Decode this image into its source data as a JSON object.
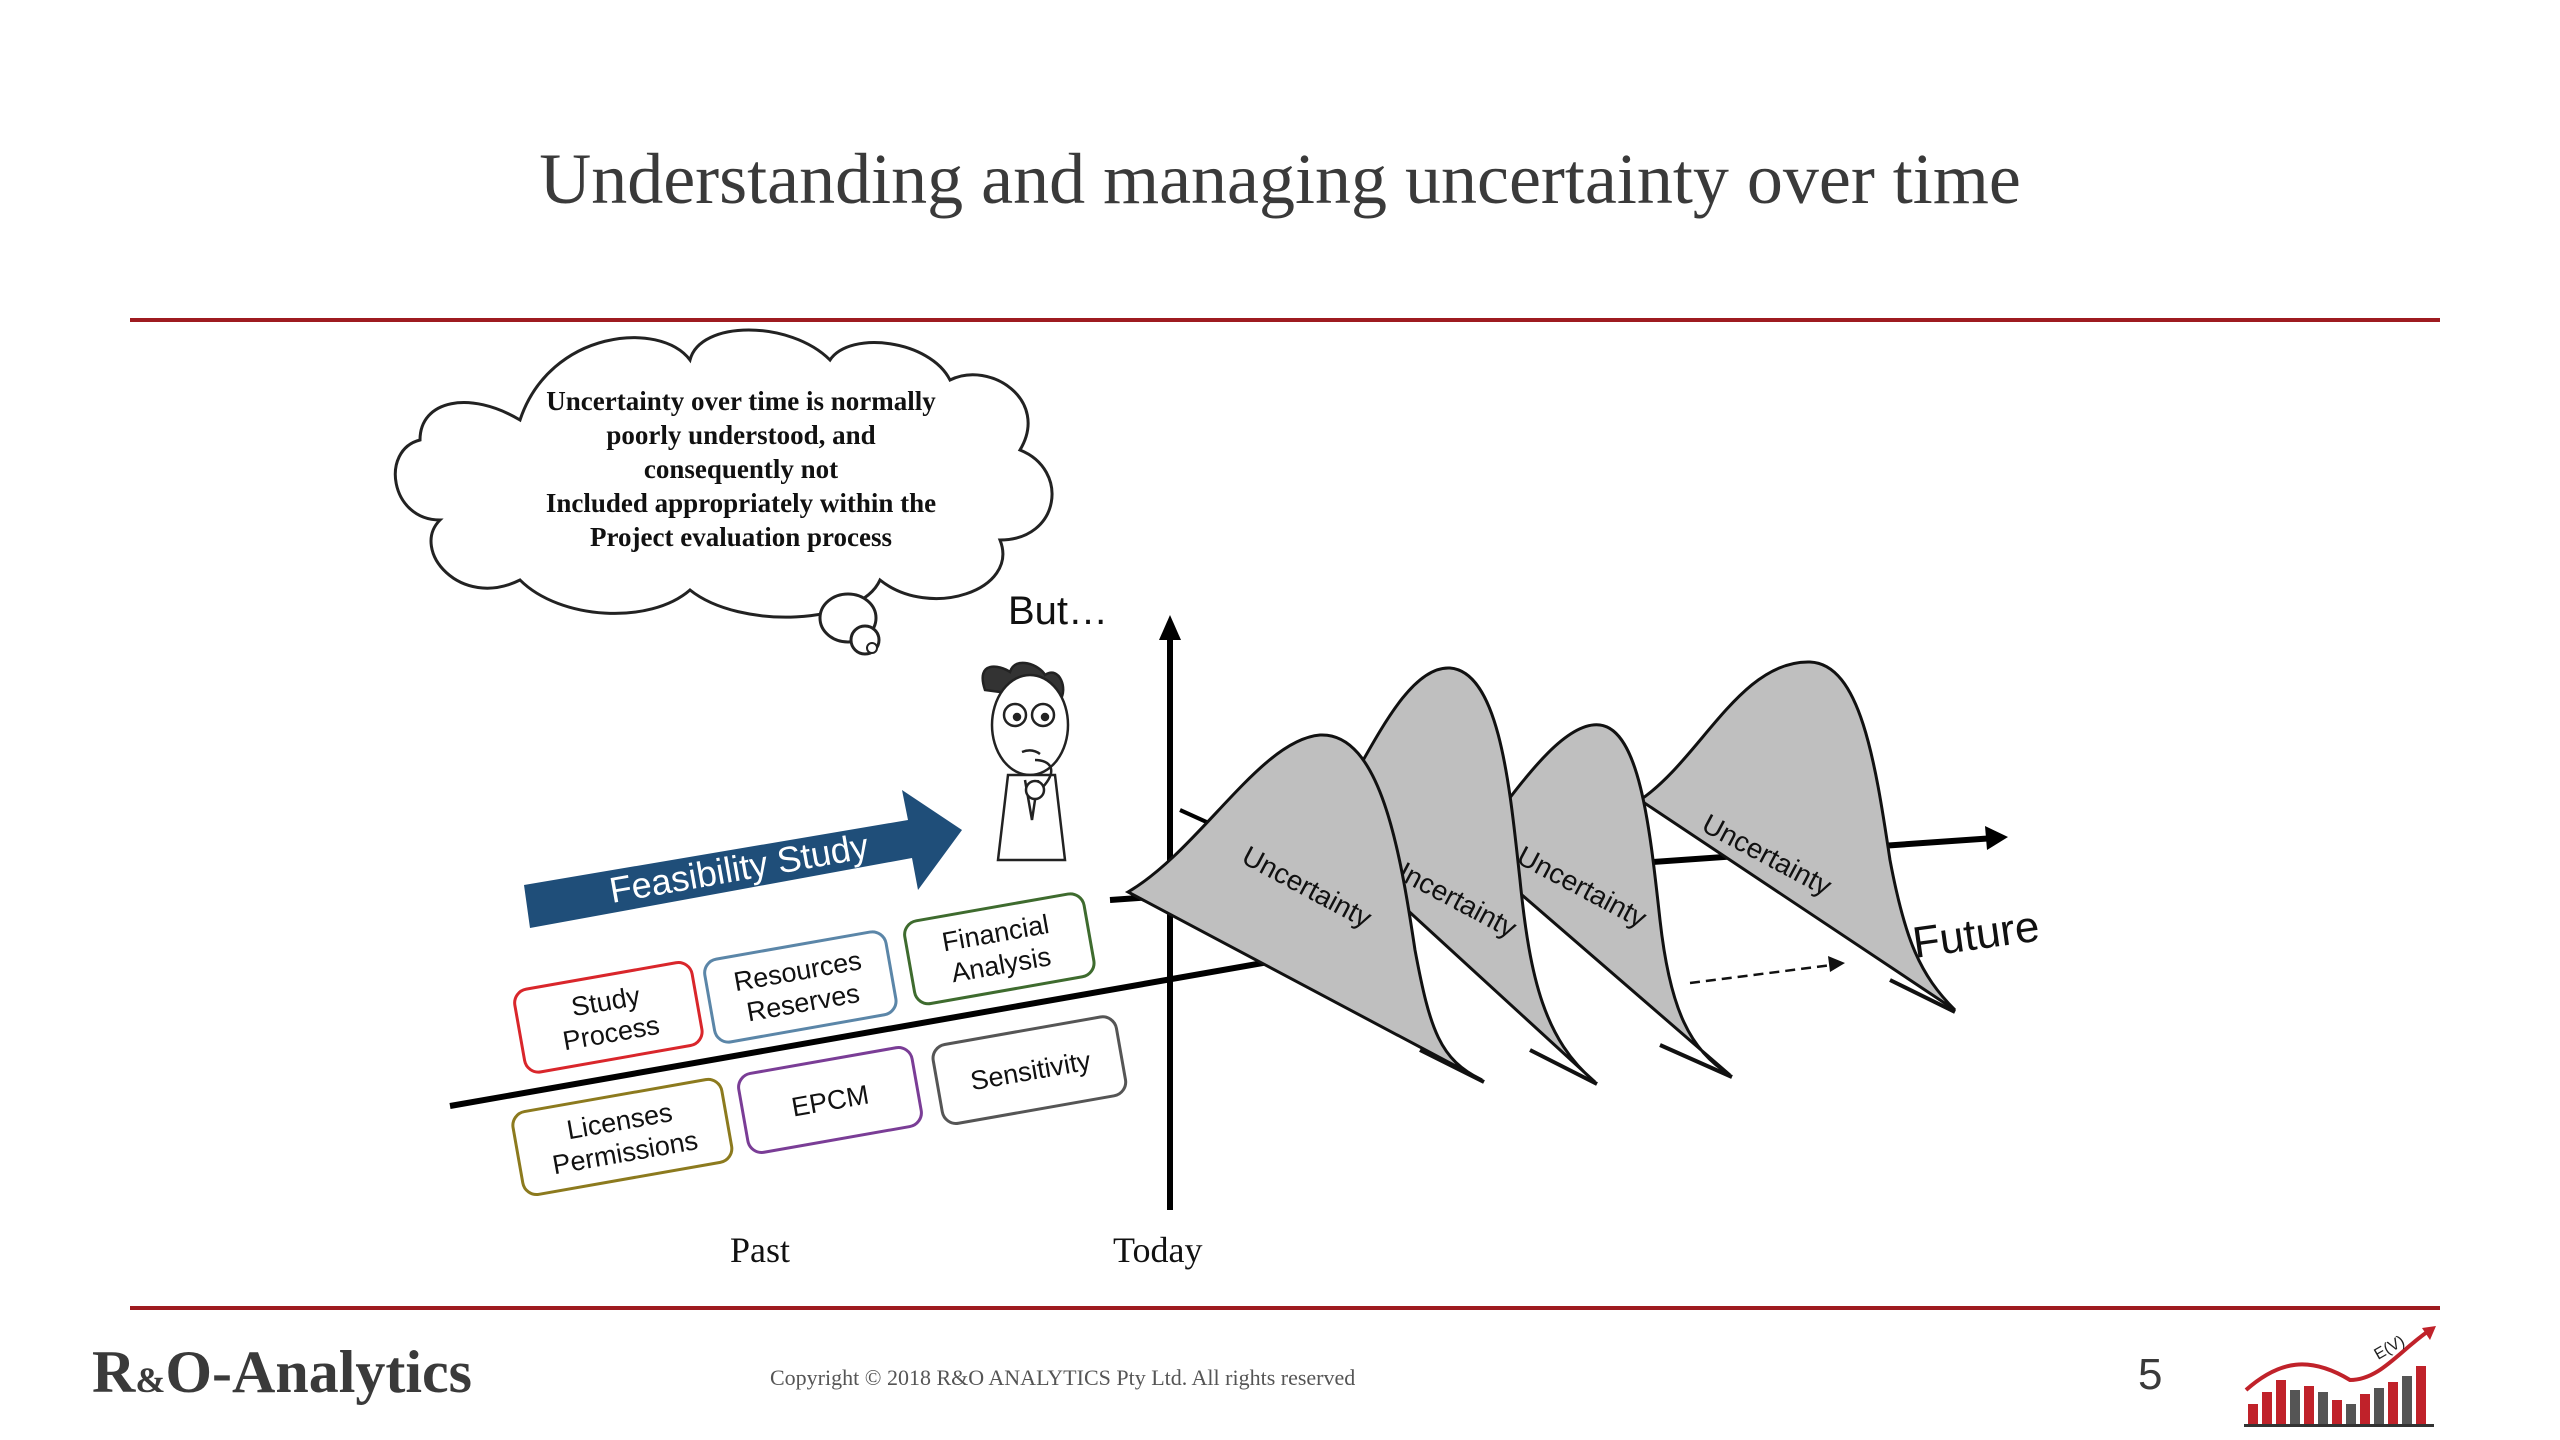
{
  "slide": {
    "title": "Understanding and managing uncertainty over time",
    "page_number": "5"
  },
  "thought_bubble": {
    "lines": [
      "Uncertainty over time is normally",
      "poorly understood, and",
      "consequently not",
      "Included appropriately within the",
      "Project evaluation process"
    ]
  },
  "diagram": {
    "but_label": "But…",
    "feasibility_arrow_label": "Feasibility Study",
    "past_label": "Past",
    "today_label": "Today",
    "future_label": "Future",
    "boxes": [
      {
        "lines": [
          "Study",
          "Process"
        ],
        "color": "#d9262b"
      },
      {
        "lines": [
          "Resources",
          "Reserves"
        ],
        "color": "#5b86a8"
      },
      {
        "lines": [
          "Financial",
          "Analysis"
        ],
        "color": "#3e6b2e"
      },
      {
        "lines": [
          "Licenses",
          "Permissions"
        ],
        "color": "#8c7a1e"
      },
      {
        "lines": [
          "EPCM"
        ],
        "color": "#7a3d96"
      },
      {
        "lines": [
          "Sensitivity"
        ],
        "color": "#555555"
      }
    ],
    "curves": [
      {
        "label": "Uncertainty"
      },
      {
        "label": "Uncertainty"
      },
      {
        "label": "Uncertainty"
      },
      {
        "label": "Uncertainty"
      }
    ],
    "colors": {
      "arrow_fill": "#1f4e79",
      "curve_fill": "#bfbfbf",
      "rule": "#9e1b20"
    }
  },
  "footer": {
    "brand_r": "R",
    "brand_amp": "&",
    "brand_rest": "O-Analytics",
    "copyright": "Copyright © 2018 R&O ANALYTICS Pty Ltd. All rights reserved",
    "logo_label": "E(V)"
  }
}
